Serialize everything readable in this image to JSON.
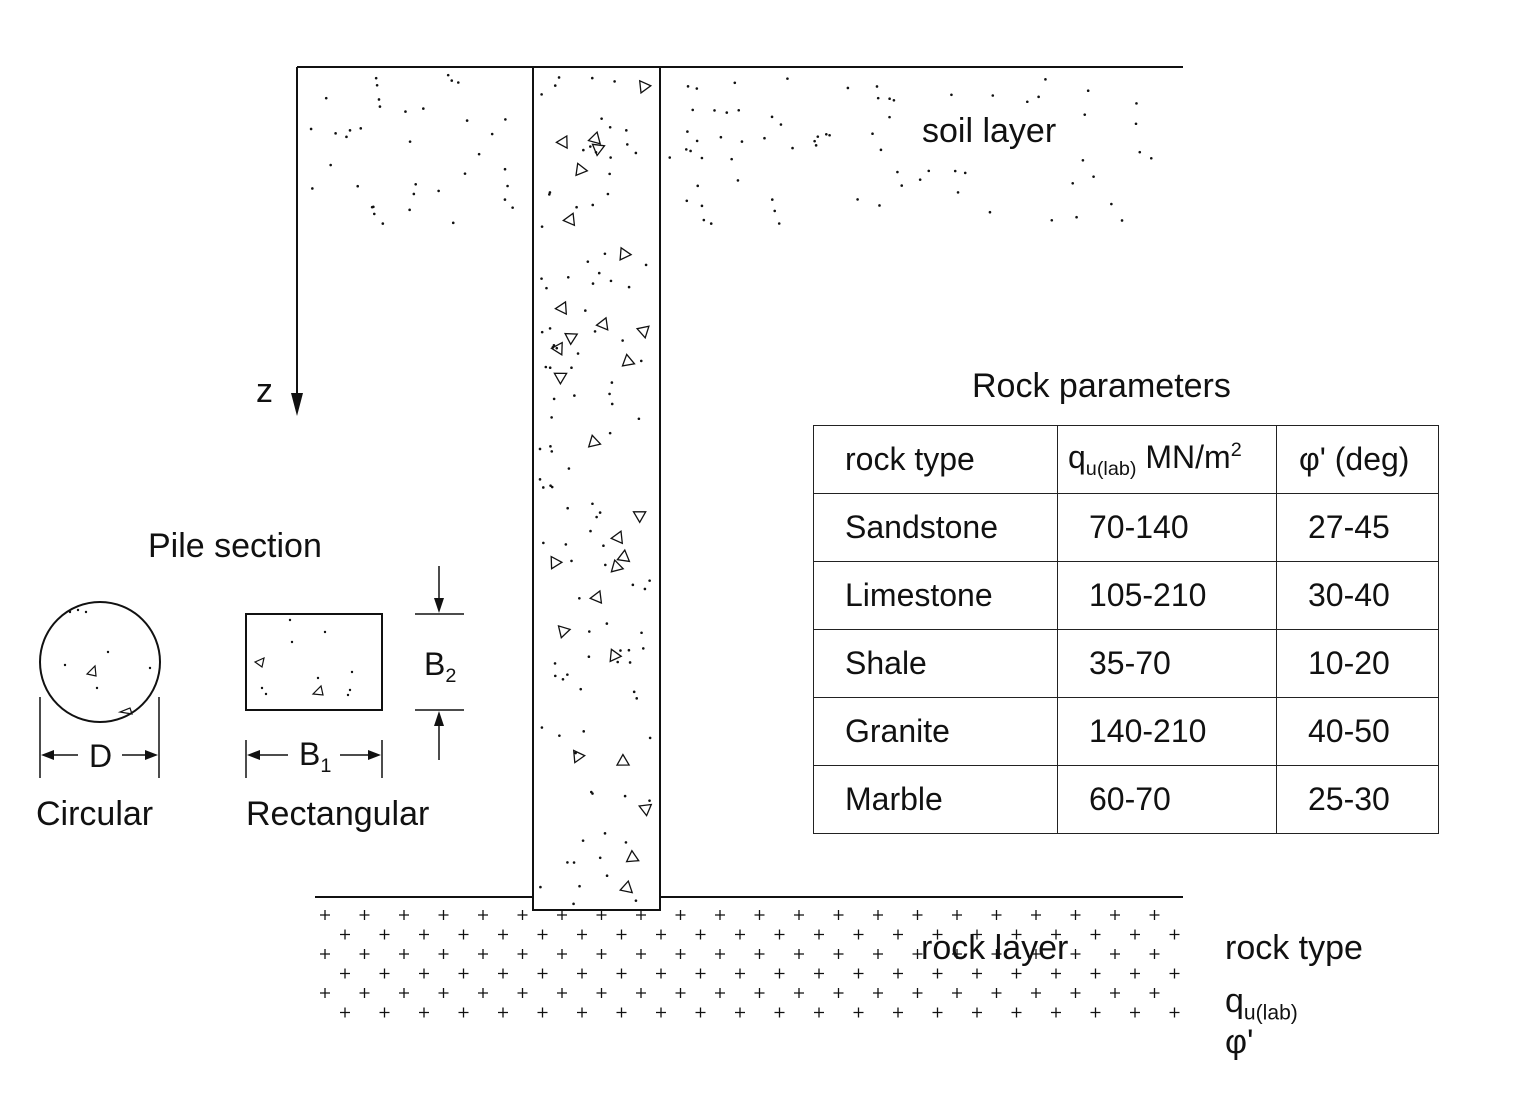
{
  "layers": {
    "soil": "soil layer",
    "rock": "rock layer"
  },
  "axis": {
    "z_label": "z"
  },
  "pile_section": {
    "title": "Pile section",
    "circular": {
      "dim": "D",
      "caption": "Circular"
    },
    "rectangular": {
      "dim1": "B",
      "dim1_sub": "1",
      "dim2": "B",
      "dim2_sub": "2",
      "caption": "Rectangular"
    }
  },
  "table": {
    "title": "Rock parameters",
    "headers": {
      "col1": "rock type",
      "col2_main": "q",
      "col2_sub": "u(lab)",
      "col2_unit": "MN/m",
      "col2_sup": "2",
      "col3": "φ' (deg)"
    },
    "rows": [
      {
        "type": "Sandstone",
        "qu": "70-140",
        "phi": "27-45"
      },
      {
        "type": "Limestone",
        "qu": "105-210",
        "phi": "30-40"
      },
      {
        "type": "Shale",
        "qu": "35-70",
        "phi": "10-20"
      },
      {
        "type": "Granite",
        "qu": "140-210",
        "phi": "40-50"
      },
      {
        "type": "Marble",
        "qu": "60-70",
        "phi": "25-30"
      }
    ]
  },
  "rock_params_legend": {
    "line1": "rock type",
    "line2_main": "q",
    "line2_sub": "u(lab)",
    "line3": "φ'"
  }
}
